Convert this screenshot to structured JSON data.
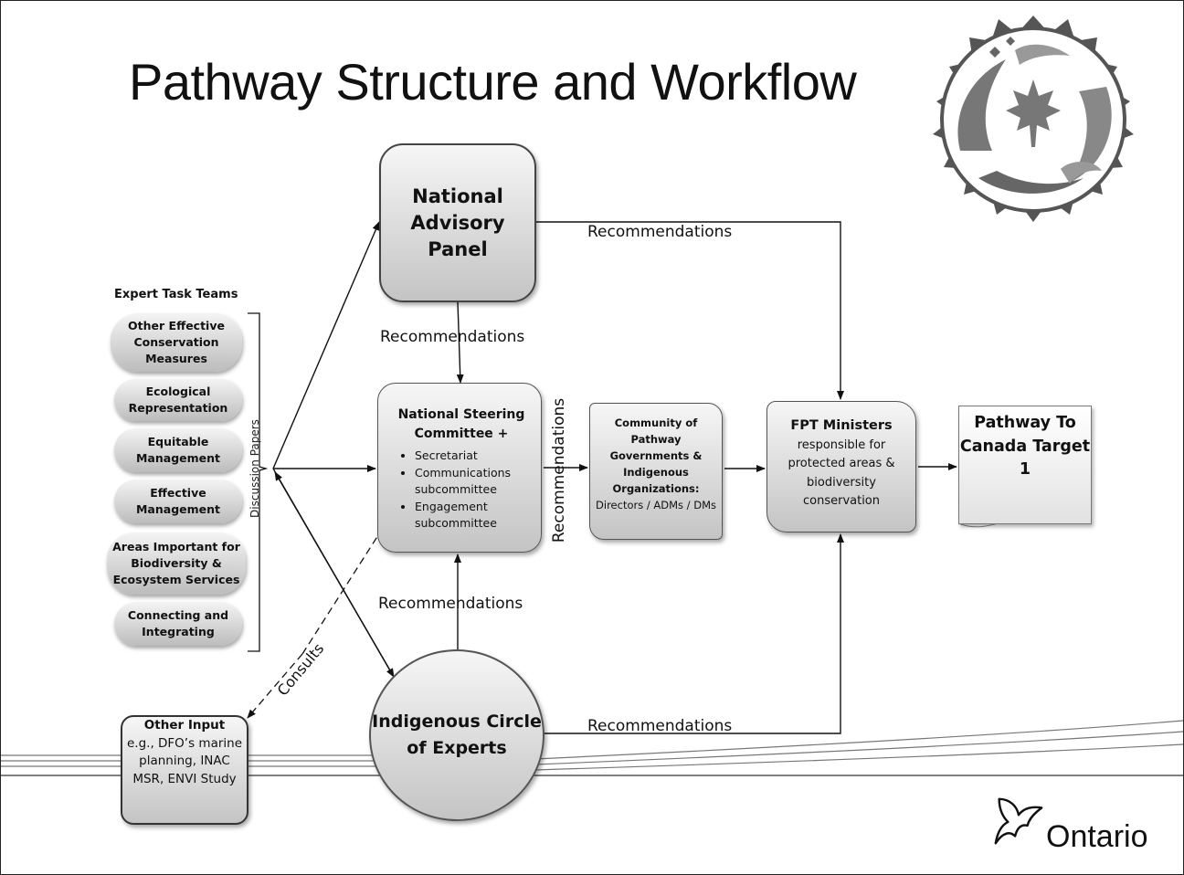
{
  "title": "Pathway Structure and Workflow",
  "national_advisory_panel": "National Advisory Panel",
  "national_steering_committee": {
    "heading": "National Steering Committee +",
    "items": [
      "Secretariat",
      "Communications subcommittee",
      "Engagement subcommittee"
    ]
  },
  "community": {
    "heading": "Community of Pathway Governments & Indigenous Organizations:",
    "detail": "Directors / ADMs / DMs"
  },
  "fpt": {
    "heading": "FPT Ministers",
    "detail": "responsible for protected areas & biodiversity conservation"
  },
  "pathway_target": "Pathway To Canada Target 1",
  "indigenous_circle": "Indigenous Circle of Experts",
  "other_input": {
    "heading": "Other Input",
    "detail": "e.g., DFO’s marine planning, INAC MSR, ENVI Study"
  },
  "expert_task_teams": {
    "title": "Expert Task Teams",
    "teams": [
      "Other Effective Conservation Measures",
      "Ecological Representation",
      "Equitable Management",
      "Effective Management",
      "Areas Important for Biodiversity & Ecosystem Services",
      "Connecting and Integrating"
    ],
    "bracket_label": "Discussion Papers"
  },
  "edge_labels": {
    "nap_to_fpt": "Recommendations",
    "nap_to_nsc": "Recommendations",
    "nsc_to_community": "Recommendations",
    "ice_to_nsc": "Recommendations",
    "ice_to_fpt": "Recommendations",
    "consults": "Consults"
  },
  "logo_text": "Ontario",
  "colors": {
    "line": "#111111",
    "box_top": "#f6f6f6",
    "box_bottom": "#c4c4c4"
  }
}
